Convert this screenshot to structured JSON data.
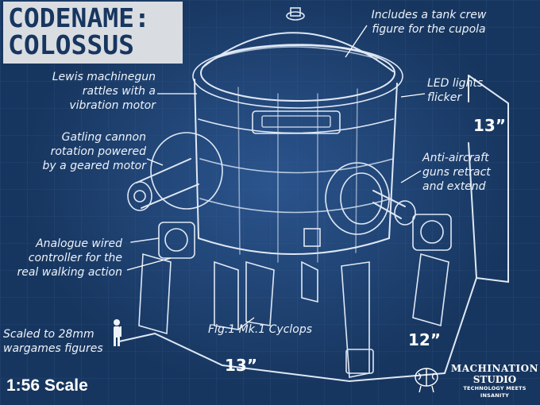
{
  "title": {
    "line1": "CODENAME:",
    "line2": "COLOSSUS"
  },
  "callouts": {
    "tank_crew": [
      "Includes a tank crew",
      "figure for the cupola"
    ],
    "lewis": [
      "Lewis machinegun",
      "rattles with a",
      "vibration motor"
    ],
    "led": [
      "LED lights",
      "flicker"
    ],
    "gatling": [
      "Gatling cannon",
      "rotation powered",
      "by a geared motor"
    ],
    "anti_aircraft": [
      "Anti-aircraft",
      "guns retract",
      "and extend"
    ],
    "controller": [
      "Analogue wired",
      "controller for the",
      "real walking action"
    ],
    "scaled": [
      "Scaled to 28mm",
      "wargames figures"
    ],
    "figure_caption": "Fig.1 Mk.1 Cyclops"
  },
  "dimensions": {
    "height": "13”",
    "depth": "12”",
    "width": "13”"
  },
  "scale_label": "1:56 Scale",
  "brand": {
    "line1": "MACHINATION",
    "line2": "STUDIO",
    "tagline": "TECHNOLOGY MEETS INSANITY"
  },
  "colors": {
    "background": "#17365f",
    "line": "#dfe8f5",
    "title_plate": "#d9dde2"
  }
}
